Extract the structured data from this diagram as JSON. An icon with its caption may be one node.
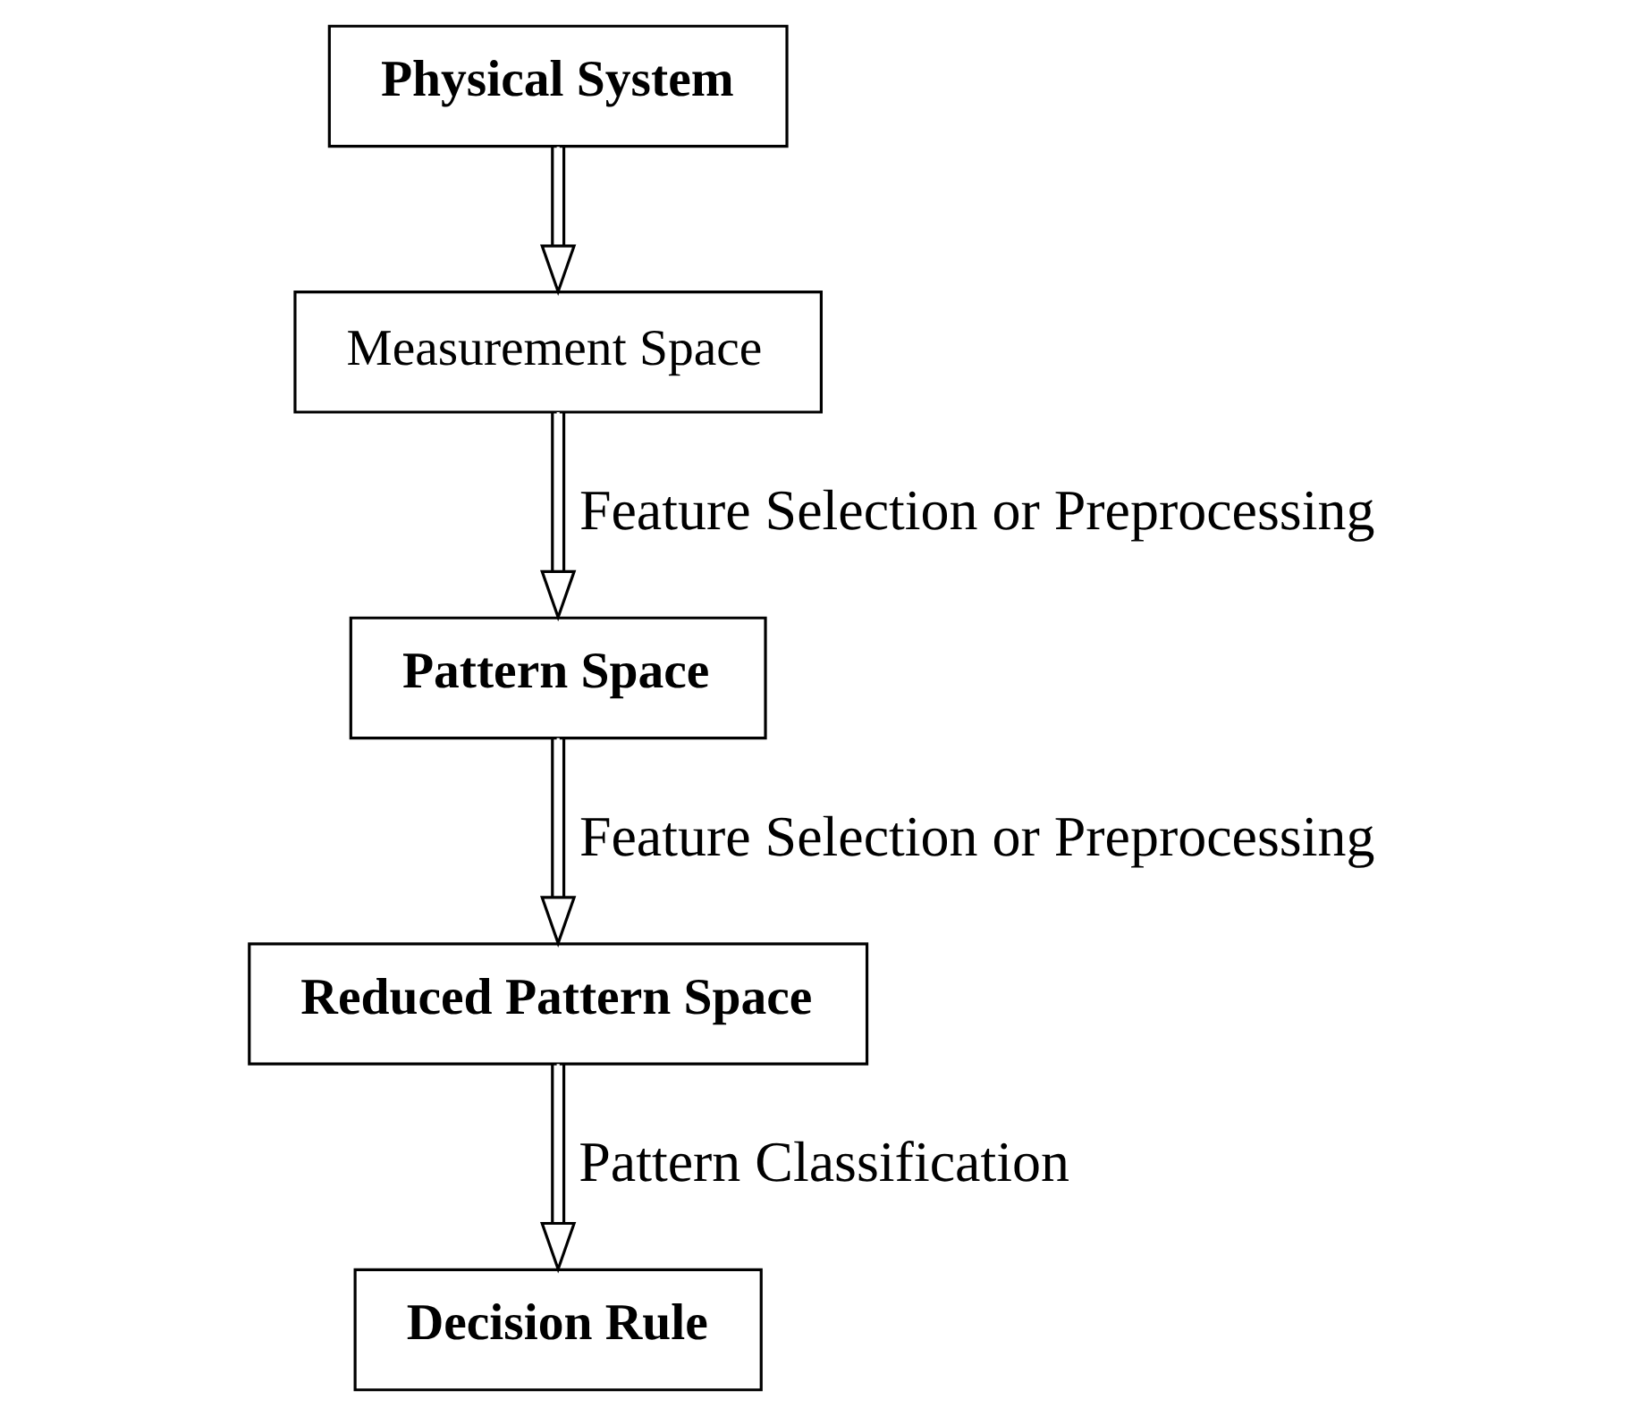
{
  "diagram": {
    "nodes": [
      {
        "text": [
          "Physical System"
        ]
      },
      {
        "text": [
          "Measurement Space"
        ]
      },
      {
        "text": [
          "Pattern Space"
        ]
      },
      {
        "text": [
          "Reduced Pattern Space"
        ]
      },
      {
        "text": [
          "Decision Rule"
        ]
      }
    ],
    "edges": [
      {
        "from": 0,
        "to": 1,
        "arrow": "to"
      },
      {
        "from": 1,
        "to": 2,
        "arrow": "to",
        "label": "Feature Selection or Preprocessing"
      },
      {
        "from": 2,
        "to": 3,
        "arrow": "to",
        "label": "Feature Selection or Preprocessing"
      },
      {
        "from": 3,
        "to": 4,
        "arrow": "to",
        "label": "Pattern Classification"
      }
    ]
  }
}
